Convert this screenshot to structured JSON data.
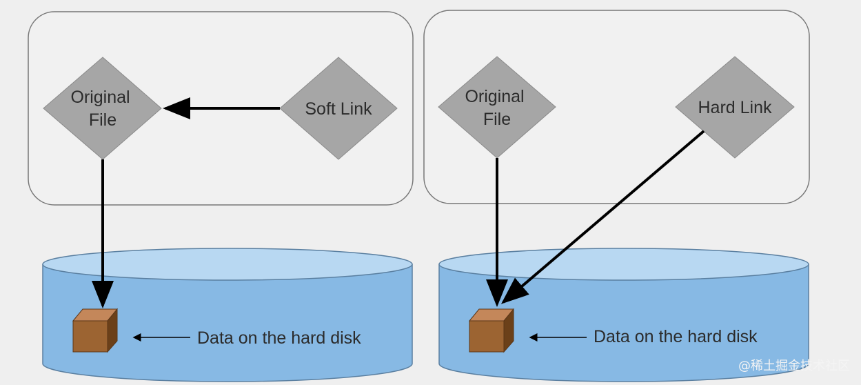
{
  "panels": [
    {
      "original_file": [
        "Original",
        "File"
      ],
      "link_label": "Soft Link",
      "disk_label": "Data on the hard disk"
    },
    {
      "original_file": [
        "Original",
        "File"
      ],
      "link_label": "Hard Link",
      "disk_label": "Data on the hard disk"
    }
  ],
  "watermark": "@稀土掘金技术社区",
  "colors": {
    "background": "#efefef",
    "diamond_fill": "#a6a6a6",
    "disk_top": "#b8d8f2",
    "disk_body": "#87b9e4",
    "box_front": "#9c6432",
    "arrow": "#000000"
  }
}
